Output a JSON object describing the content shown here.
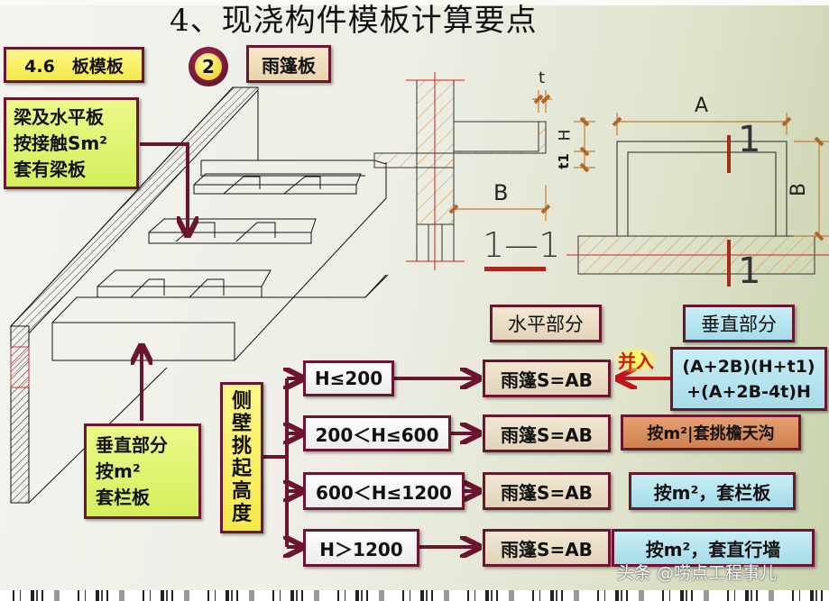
{
  "title": "4、现浇构件模板计算要点",
  "section_label": "4.6　板模板",
  "step_number": "2",
  "topic_label": "雨篷板",
  "callouts": {
    "beam_slab": [
      "梁及水平板",
      "按接触Sm²",
      "套有梁板"
    ],
    "vertical_part": [
      "垂直部分",
      "按m²",
      "套栏板"
    ]
  },
  "section_drawing": {
    "dim_t": "t",
    "dim_H": "H",
    "dim_t1": "t1",
    "dim_B": "B",
    "section_mark": "1—1"
  },
  "plan_drawing": {
    "dim_A": "A",
    "dim_B": "B",
    "cut_mark_top": "1",
    "cut_mark_bottom": "1"
  },
  "headers": {
    "horizontal": "水平部分",
    "vertical": "垂直部分"
  },
  "side_wall_label": [
    "侧",
    "壁",
    "挑",
    "起",
    "高",
    "度"
  ],
  "merge_label": "并入",
  "vertical_formula": [
    "(A+2B)(H+t1)",
    "+(A+2B-4t)H"
  ],
  "rows": [
    {
      "condition": "H≤200",
      "horizontal": "雨篷S=AB",
      "vertical": null
    },
    {
      "condition": "200＜H≤600",
      "horizontal": "雨篷S=AB",
      "vertical": "按m²|套挑檐天沟"
    },
    {
      "condition": "600＜H≤1200",
      "horizontal": "雨篷S=AB",
      "vertical": "按m²，套栏板"
    },
    {
      "condition": "H＞1200",
      "horizontal": "雨篷S=AB",
      "vertical": "按m²，套直行墙"
    }
  ],
  "watermark": "头条 @唠点工程事儿",
  "colors": {
    "frame": "#6b1530",
    "dimension": "#c87a30",
    "axis_red": "#d02020",
    "cut_mark": "#a52a1a",
    "merge_text": "#d1161a"
  }
}
